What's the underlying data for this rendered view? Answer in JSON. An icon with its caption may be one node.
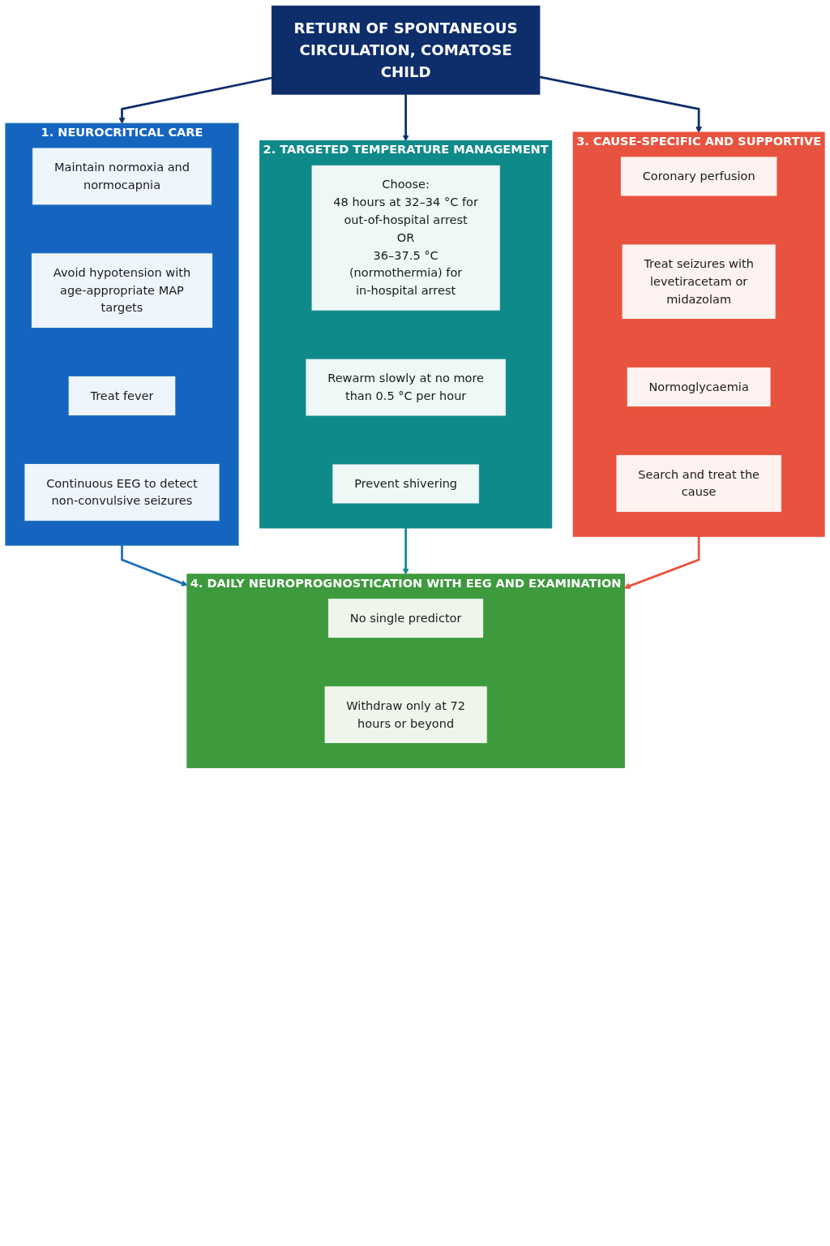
{
  "diagram": {
    "nodes": [
      {
        "text": [
          "RETURN OF SPONTANEOUS CIRCULATION, COMATOSE CHILD"
        ]
      },
      {
        "text": [
          "1. NEUROCRITICAL CARE"
        ]
      },
      {
        "text": [
          "Maintain normoxia and normocapnia"
        ],
        "in": 1
      },
      {
        "text": [
          "Avoid hypotension with age-appropriate MAP targets"
        ],
        "in": 1
      },
      {
        "text": [
          "Treat fever"
        ],
        "in": 1
      },
      {
        "text": [
          "Continuous EEG to detect non-convulsive seizures"
        ],
        "in": 1
      },
      {
        "text": [
          "2. TARGETED TEMPERATURE MANAGEMENT"
        ]
      },
      {
        "text": [
          "Choose:",
          "48 hours at 32–34 °C for out-of-hospital arrest",
          "OR",
          "36–37.5 °C (normothermia) for in-hospital arrest"
        ],
        "in": 6
      },
      {
        "text": [
          "Rewarm slowly at no more than 0.5 °C per hour"
        ],
        "in": 6
      },
      {
        "text": [
          "Prevent shivering"
        ],
        "in": 6
      },
      {
        "text": [
          "3. CAUSE-SPECIFIC AND SUPPORTIVE"
        ]
      },
      {
        "text": [
          "Coronary perfusion"
        ],
        "in": 10
      },
      {
        "text": [
          "Treat seizures with levetiracetam or midazolam"
        ],
        "in": 10
      },
      {
        "text": [
          "Normoglycaemia"
        ],
        "in": 10
      },
      {
        "text": [
          "Search and treat the cause"
        ],
        "in": 10
      },
      {
        "text": [
          "4. DAILY NEUROPROGNOSTICATION WITH EEG AND EXAMINATION"
        ]
      },
      {
        "text": [
          "No single predictor"
        ],
        "in": 15
      },
      {
        "text": [
          "Withdraw only at 72 hours or beyond"
        ],
        "in": 15
      }
    ],
    "edges": [
      {
        "from": 0,
        "to": 1,
        "arrow": "to"
      },
      {
        "from": 0,
        "to": 6,
        "arrow": "to"
      },
      {
        "from": 0,
        "to": 10,
        "arrow": "to"
      },
      {
        "from": 1,
        "to": 15,
        "arrow": "to",
        "color": "#1a6fb8"
      },
      {
        "from": 6,
        "to": 15,
        "arrow": "to",
        "color": "#138a8a"
      },
      {
        "from": 10,
        "to": 15,
        "arrow": "to",
        "color": "#e8533f"
      }
    ]
  }
}
